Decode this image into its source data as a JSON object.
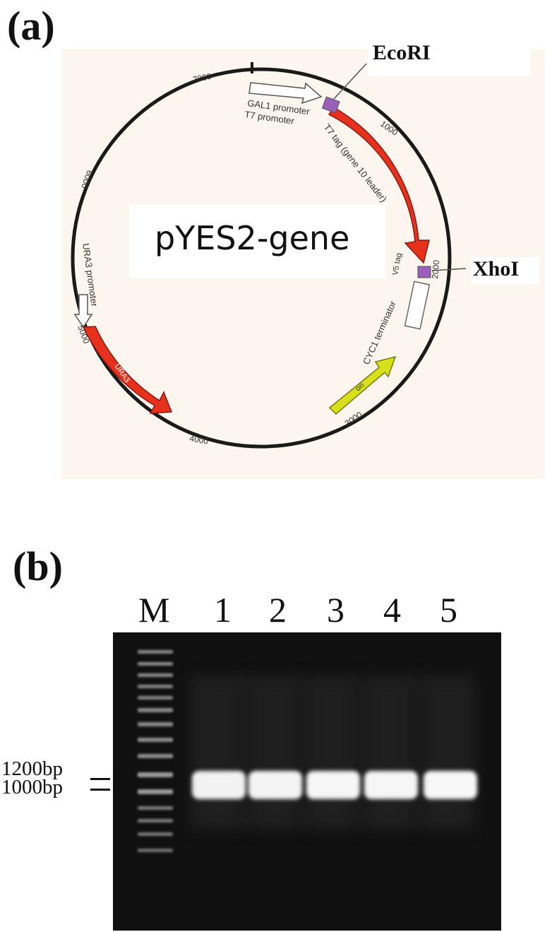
{
  "panel_a": {
    "label": "(a)",
    "plasmid_name": "pYES2-gene",
    "restriction_sites": {
      "site1": "EcoRI",
      "site2": "XhoI"
    },
    "features": {
      "gal1": "GAL1 promoter",
      "t7promoter": "T7 promoter",
      "t7tag": "T7 tag (gene 10 leader)",
      "v5": "V5 tag",
      "cyc1": "CYC1 terminator",
      "ori": "ori",
      "ura3promoter": "URA3 promoter",
      "ura3": "URA3"
    },
    "scale_ticks": {
      "t1000": "1000",
      "t2000": "2000",
      "t3000": "3000",
      "t4000": "4000",
      "t5000": "5000",
      "t6000": "6000",
      "t7000": "7000"
    },
    "colors": {
      "insert": "#e8311c",
      "ori": "#d8e01a",
      "promoter": "#ffffff",
      "site": "#9a5fb8",
      "background": "#fdf6ee"
    }
  },
  "panel_b": {
    "label": "(b)",
    "lanes": [
      "M",
      "1",
      "2",
      "3",
      "4",
      "5"
    ],
    "markers": [
      {
        "label": "1200bp"
      },
      {
        "label": "1000bp"
      }
    ]
  }
}
